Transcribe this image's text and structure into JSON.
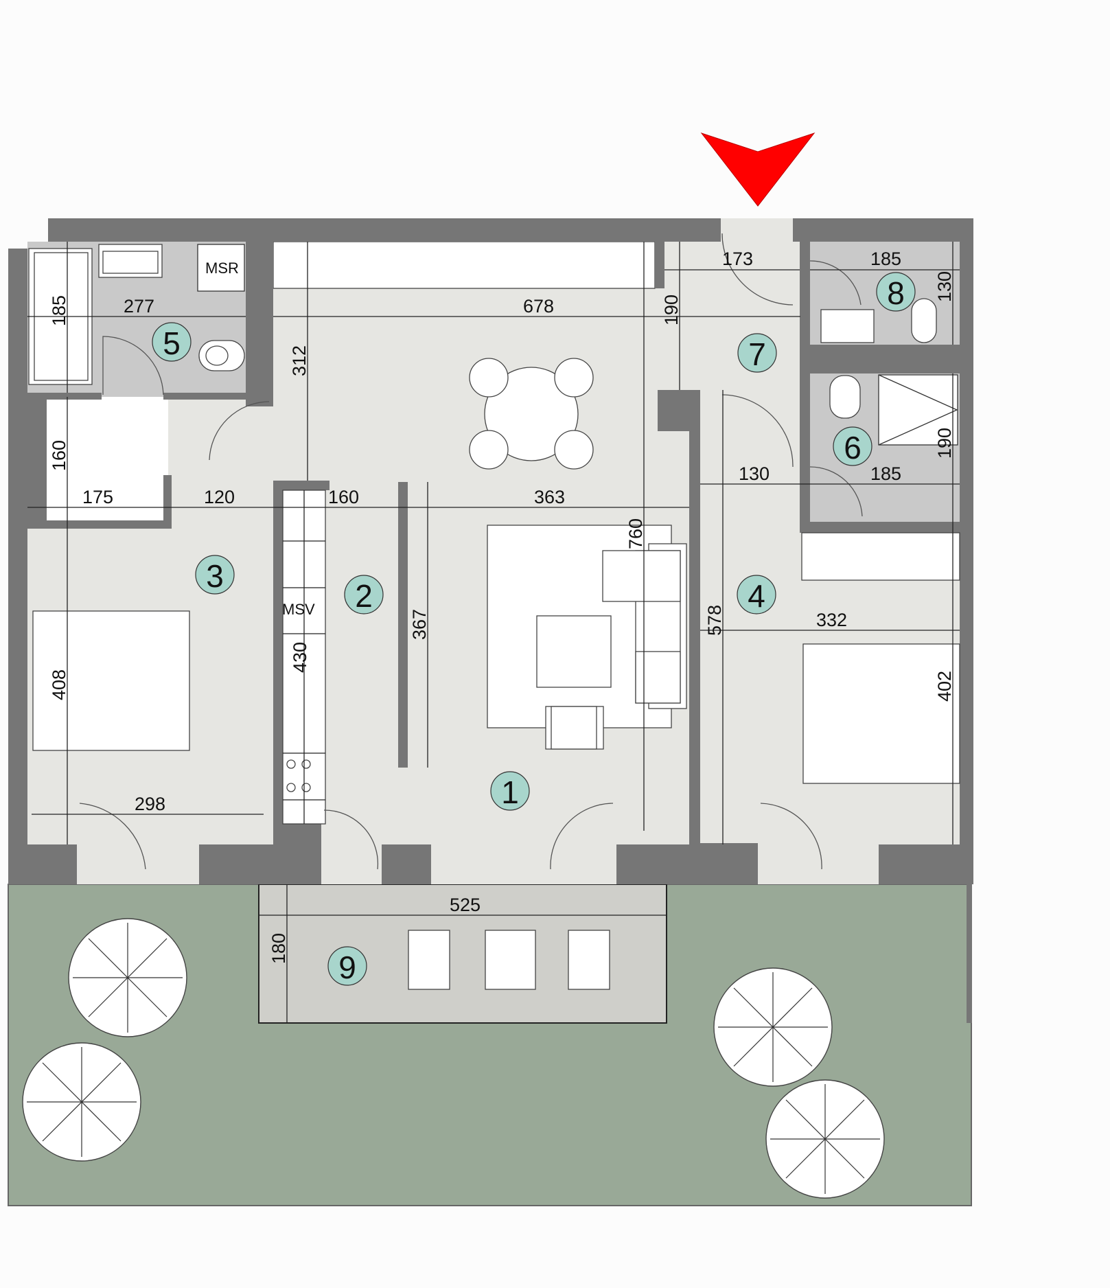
{
  "entrance_marker": {
    "color": "#ff0000",
    "icon": "entrance-arrow"
  },
  "colors": {
    "walls": "#767676",
    "floor": "#e6e6e2",
    "wet_rooms": "#c9c9c9",
    "terrace_grass": "#99a997",
    "terrace_paving": "#cfcfca",
    "room_badge": "#a8d5cc"
  },
  "rooms": [
    {
      "number": "1",
      "name": "living-room"
    },
    {
      "number": "2",
      "name": "kitchen"
    },
    {
      "number": "3",
      "name": "bedroom-left"
    },
    {
      "number": "4",
      "name": "bedroom-right"
    },
    {
      "number": "5",
      "name": "bathroom"
    },
    {
      "number": "6",
      "name": "bathroom-shower"
    },
    {
      "number": "7",
      "name": "entrance-hall"
    },
    {
      "number": "8",
      "name": "guest-bathroom"
    },
    {
      "number": "9",
      "name": "terrace"
    }
  ],
  "labels": {
    "msr": "MSR",
    "msv": "MSV"
  },
  "dimensions": {
    "bath5_height": "185",
    "bath5_width": "277",
    "living_depth": "312",
    "living_width": "678",
    "hall_depth": "190",
    "hall_width": "173",
    "wc8_width": "185",
    "wc8_height": "130",
    "closet3_height": "160",
    "closet3_width": "175",
    "corridor_width": "120",
    "kitchen_width": "160",
    "living_width2": "363",
    "overall_height": "760",
    "hall2_width": "130",
    "bath6_width": "185",
    "bath6_height": "190",
    "kitchen_height": "430",
    "island_length": "367",
    "bedroom3_height": "408",
    "bedroom3_width": "298",
    "bedroom4_height": "578",
    "bedroom4_width": "332",
    "bedroom4_bed": "402",
    "terrace_width": "525",
    "terrace_depth": "180"
  }
}
